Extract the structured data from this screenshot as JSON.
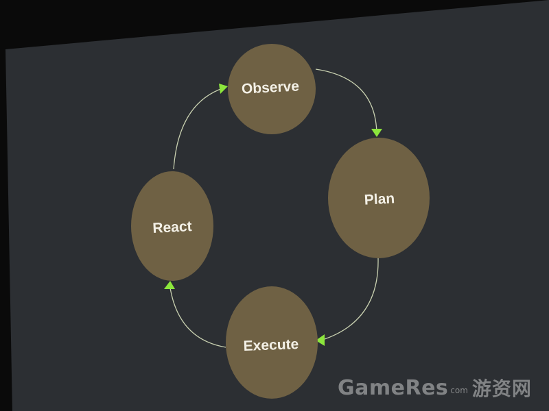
{
  "diagram": {
    "nodes": [
      {
        "id": "observe",
        "label": "Observe"
      },
      {
        "id": "plan",
        "label": "Plan"
      },
      {
        "id": "execute",
        "label": "Execute"
      },
      {
        "id": "react",
        "label": "React"
      }
    ],
    "edges": [
      {
        "from": "observe",
        "to": "plan"
      },
      {
        "from": "plan",
        "to": "execute"
      },
      {
        "from": "execute",
        "to": "react"
      },
      {
        "from": "react",
        "to": "observe"
      }
    ],
    "colors": {
      "node_fill": "#6f6144",
      "edge": "#c8d0b0",
      "arrowhead": "#8ce63c",
      "label": "#f3f0e6"
    }
  },
  "watermark": {
    "brand": "GameRes",
    "domain": "com",
    "chinese": "游资网"
  }
}
